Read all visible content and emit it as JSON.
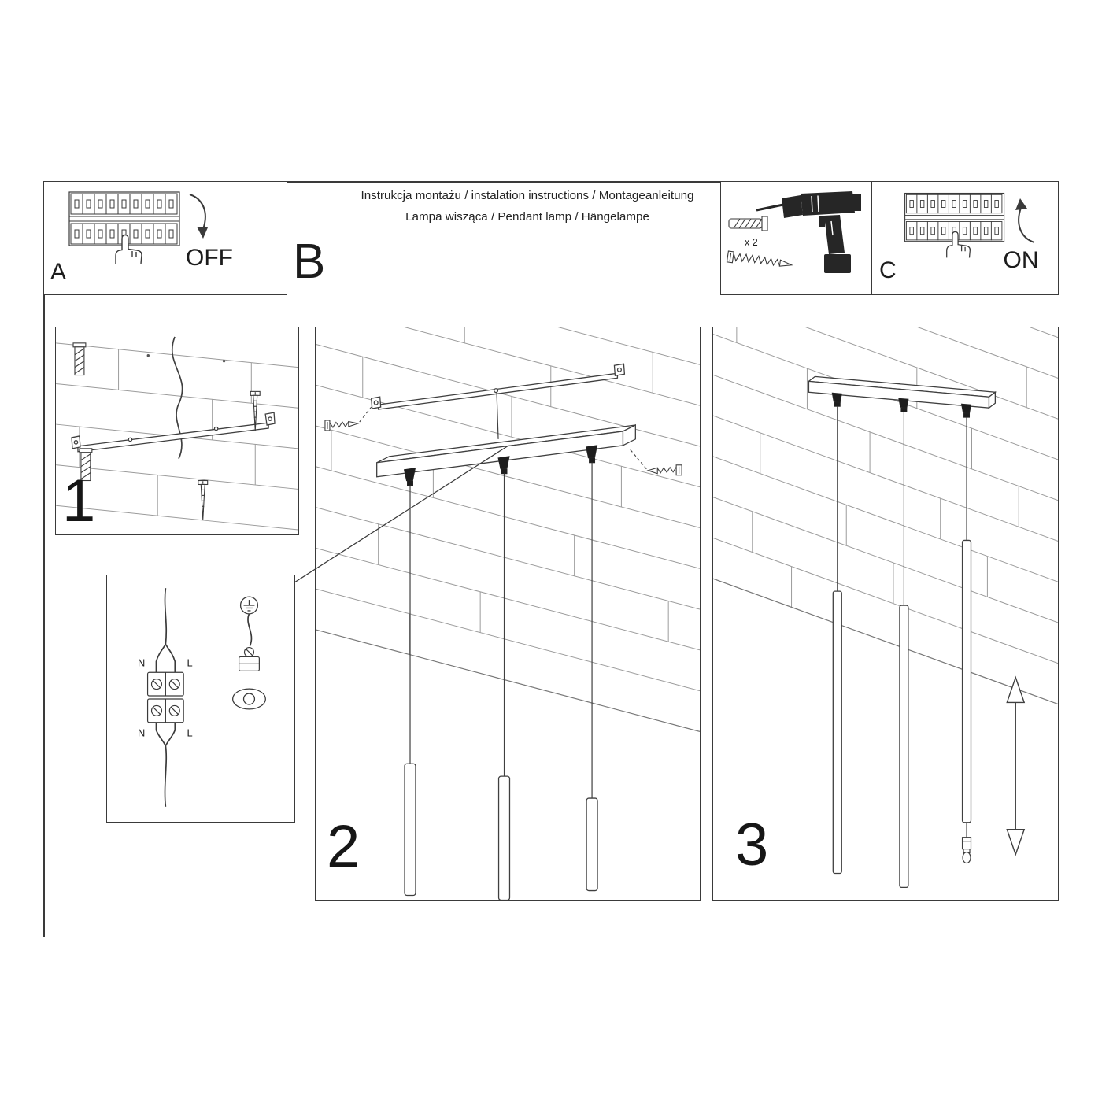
{
  "document": {
    "title_line1": "Instrukcja montażu / instalation instructions / Montageanleitung",
    "title_line2": "Lampa wisząca / Pendant lamp / Hängelampe"
  },
  "steps": {
    "a": {
      "letter": "A",
      "switch_state": "OFF"
    },
    "b": {
      "letter": "B"
    },
    "c": {
      "letter": "C",
      "switch_state": "ON"
    }
  },
  "hardware": {
    "plug_quantity": "x 2"
  },
  "figures": {
    "fig1": {
      "number": "1"
    },
    "fig2": {
      "number": "2"
    },
    "fig3": {
      "number": "3"
    }
  },
  "wiring_detail": {
    "neutral_top": "N",
    "live_top": "L",
    "neutral_bottom": "N",
    "live_bottom": "L"
  },
  "icons": {
    "breaker_panel": "circuit-breaker-panel-icon",
    "pointing_hand": "pointing-hand-icon",
    "rotate_down": "rotate-down-arrow-icon",
    "rotate_up": "rotate-up-arrow-icon",
    "drill": "drill-icon",
    "wall_plug": "wall-plug-icon",
    "screw": "screw-icon",
    "ground": "ground-symbol-icon",
    "height_adjust": "height-adjust-arrow-icon"
  },
  "colors": {
    "line": "#3a3a3a",
    "text": "#1c1c1c",
    "background": "#ffffff"
  }
}
